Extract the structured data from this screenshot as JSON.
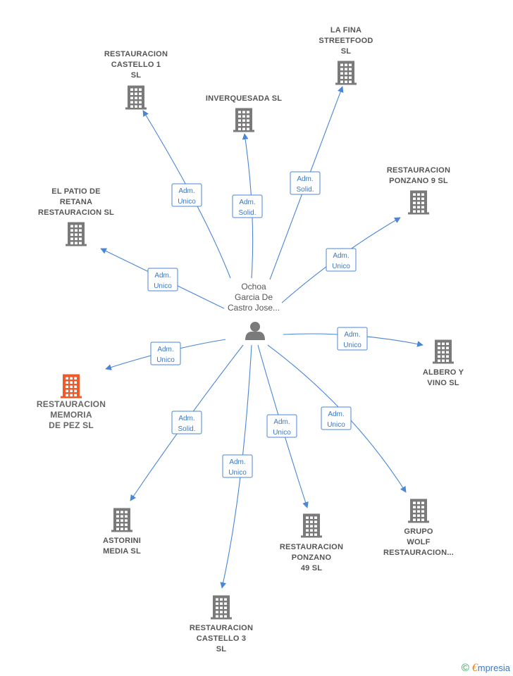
{
  "colors": {
    "edge": "#4a86d6",
    "building": "#7a7a7a",
    "building_highlight": "#f05a28",
    "person": "#7a7a7a"
  },
  "center": {
    "icon": "person-icon",
    "label_lines": [
      "Ochoa",
      "Garcia De",
      "Castro Jose..."
    ]
  },
  "nodes": [
    {
      "id": "castello1",
      "label_lines": [
        "RESTAURACION",
        "CASTELLO 1",
        "SL"
      ],
      "edge_label": [
        "Adm.",
        "Unico"
      ],
      "highlight": false
    },
    {
      "id": "inverquesada",
      "label_lines": [
        "INVERQUESADA SL"
      ],
      "edge_label": [
        "Adm.",
        "Solid."
      ],
      "highlight": false
    },
    {
      "id": "lafina",
      "label_lines": [
        "LA FINA",
        "STREETFOOD",
        "SL"
      ],
      "edge_label": [
        "Adm.",
        "Solid."
      ],
      "highlight": false
    },
    {
      "id": "ponzano9",
      "label_lines": [
        "RESTAURACION",
        "PONZANO 9  SL"
      ],
      "edge_label": [
        "Adm.",
        "Unico"
      ],
      "highlight": false
    },
    {
      "id": "elpatio",
      "label_lines": [
        "EL PATIO DE",
        "RETANA",
        "RESTAURACION SL"
      ],
      "edge_label": [
        "Adm.",
        "Unico"
      ],
      "highlight": false
    },
    {
      "id": "albero",
      "label_lines": [
        "ALBERO Y",
        "VINO  SL"
      ],
      "edge_label": [
        "Adm.",
        "Unico"
      ],
      "highlight": false
    },
    {
      "id": "memoria",
      "label_lines": [
        "RESTAURACION",
        "MEMORIA",
        "DE PEZ  SL"
      ],
      "edge_label": [
        "Adm.",
        "Unico"
      ],
      "highlight": true
    },
    {
      "id": "astorini",
      "label_lines": [
        "ASTORINI",
        "MEDIA SL"
      ],
      "edge_label": [
        "Adm.",
        "Solid."
      ],
      "highlight": false
    },
    {
      "id": "castello3",
      "label_lines": [
        "RESTAURACION",
        "CASTELLO 3",
        "SL"
      ],
      "edge_label": [
        "Adm.",
        "Unico"
      ],
      "highlight": false
    },
    {
      "id": "ponzano49",
      "label_lines": [
        "RESTAURACION",
        "PONZANO",
        "49  SL"
      ],
      "edge_label": [
        "Adm.",
        "Unico"
      ],
      "highlight": false
    },
    {
      "id": "grupowolf",
      "label_lines": [
        "GRUPO",
        "WOLF",
        "RESTAURACION..."
      ],
      "edge_label": [
        "Adm.",
        "Unico"
      ],
      "highlight": false
    }
  ],
  "footer": {
    "copyright_symbol": "©",
    "brand_initial": "€",
    "brand_rest": "mpresia"
  }
}
